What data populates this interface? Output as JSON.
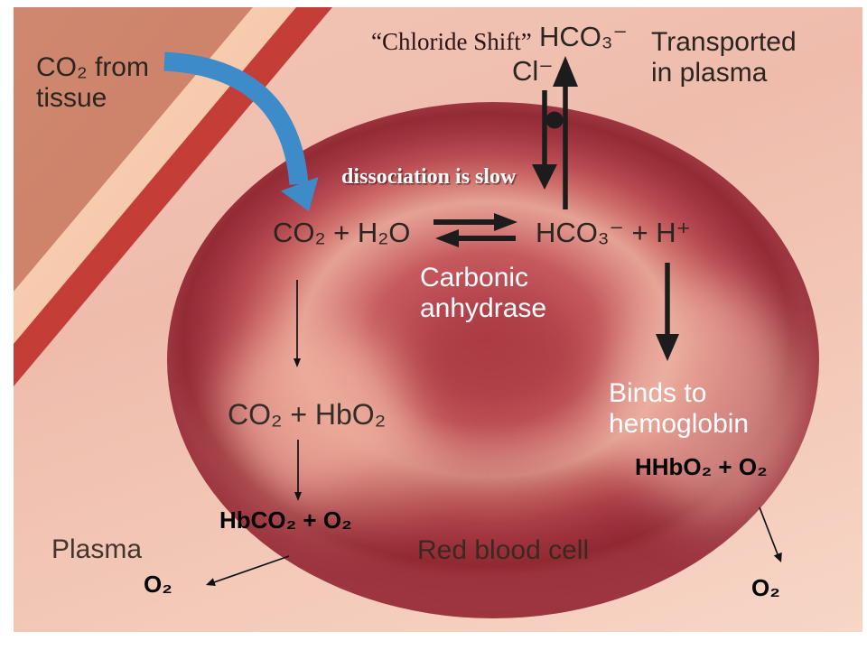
{
  "figure_title": "Carbon dioxide transport / chloride shift in a red blood cell",
  "labels": {
    "co2_from_tissue": "CO₂ from tissue",
    "chloride_shift": "“Chloride Shift”",
    "hco3_plasma": "HCO₃⁻",
    "cl": "Cl⁻",
    "transported_in_plasma": "Transported in plasma",
    "dissociation_note": "dissociation is slow",
    "reaction_left": "CO₂ + H₂O",
    "reaction_right": "HCO₃⁻ + H⁺",
    "enzyme": "Carbonic anhydrase",
    "binds_to_hemoglobin": "Binds to hemoglobin",
    "co2_hbo2": "CO₂ + HbO₂",
    "hbco2_o2": "HbCO₂ + O₂",
    "hhbo2_o2": "HHbO₂ + O₂",
    "o2_left": "O₂",
    "o2_right": "O₂",
    "plasma": "Plasma",
    "red_blood_cell": "Red blood cell"
  },
  "colors": {
    "co2_entry_arrow_blue": "#3d8cc9",
    "reaction_arrow_black": "#1c1c1c",
    "red_blood_cell": "#b84750",
    "cell_rim": "#9d3640",
    "plasma_pink": "#f3c8b7",
    "tissue_salmon": "#cd8168",
    "vessel_wall_light": "#f4c2a5",
    "vessel_wall_dark": "#bd3733",
    "figure_text": "#2b2520",
    "enzyme_text": "#ffffff"
  }
}
